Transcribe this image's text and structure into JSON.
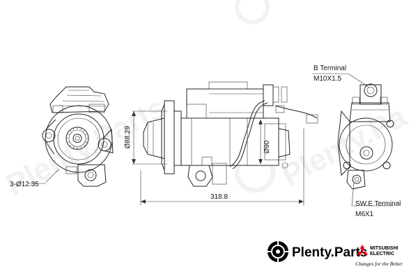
{
  "dimensions": {
    "bolt_holes": "3-Ø12.35",
    "flange_diameter": "Ø88.29",
    "body_diameter": "Ø90",
    "overall_length": "318.8"
  },
  "terminals": {
    "b_terminal_name": "B Terminal",
    "b_terminal_thread": "M10X1.5",
    "swe_terminal_name": "SW.E Terminal",
    "swe_terminal_thread": "M6X1"
  },
  "brand": {
    "name": "Plenty.Parts",
    "manufacturer_line1": "MITSUBISHI",
    "manufacturer_line2": "ELECTRIC",
    "slogan": "Changes for the Better",
    "logo_red": "#e60012"
  },
  "watermark": {
    "text_left": "Plenty.Parts",
    "text_right": "Plenty.Pa"
  }
}
